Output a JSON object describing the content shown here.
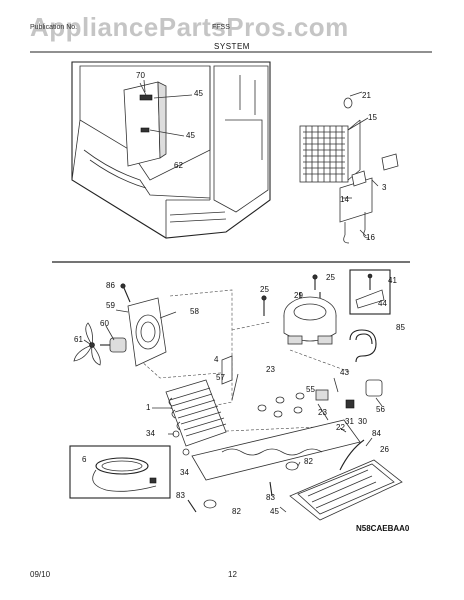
{
  "watermark": "AppliancePartsPros.com",
  "header": {
    "left": "Publication No.",
    "right": "FFSS",
    "section": "SYSTEM"
  },
  "drawing_code": "N58CAEBAA0",
  "footer": {
    "date": "09/10",
    "page": "12"
  },
  "callouts": [
    "70",
    "45",
    "45",
    "62",
    "21",
    "15",
    "3",
    "14",
    "16",
    "86",
    "59",
    "58",
    "60",
    "61",
    "25",
    "25",
    "29",
    "41",
    "44",
    "85",
    "4",
    "57",
    "1",
    "23",
    "55",
    "43",
    "56",
    "31",
    "30",
    "23",
    "22",
    "34",
    "34",
    "6",
    "84",
    "26",
    "82",
    "83",
    "83",
    "82",
    "45"
  ]
}
